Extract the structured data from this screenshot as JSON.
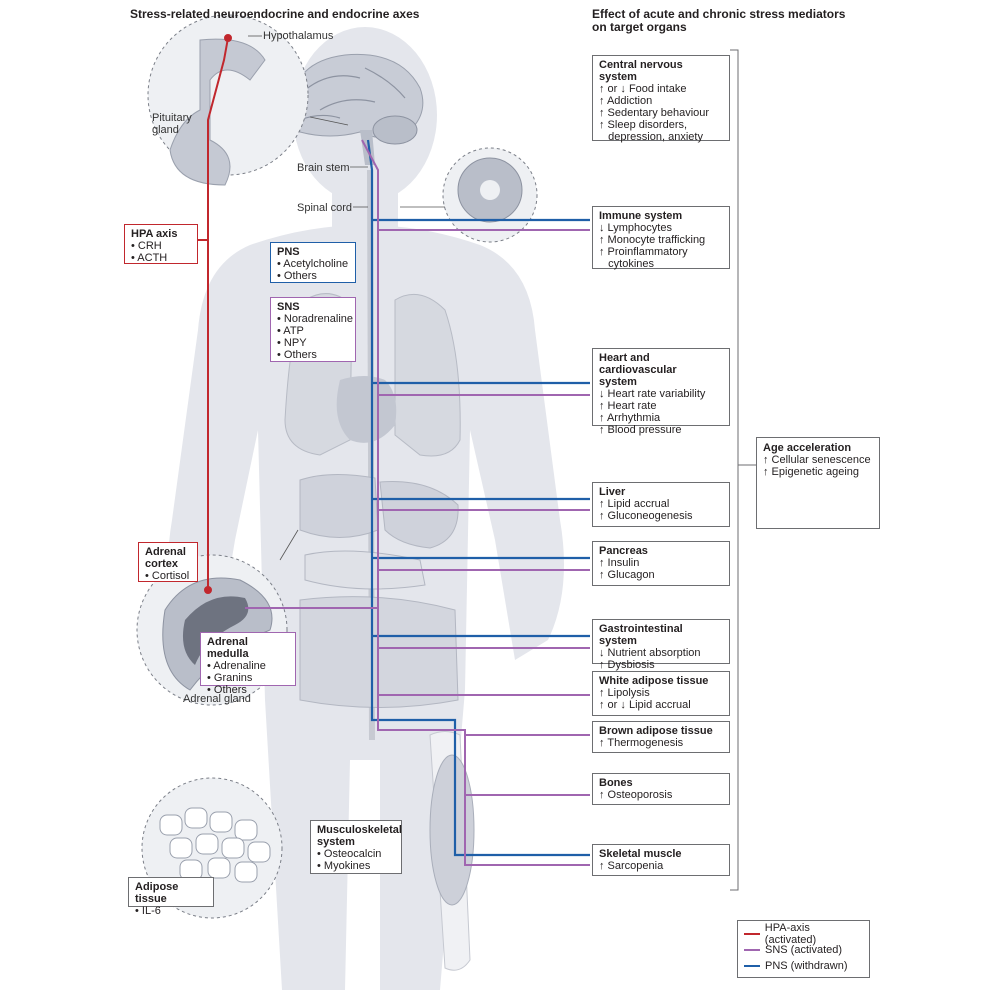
{
  "headers": {
    "left": "Stress-related neuroendocrine and endocrine axes",
    "right_line1": "Effect of acute and chronic stress mediators",
    "right_line2": "on target organs"
  },
  "anatomy": {
    "hypothalamus": "Hypothalamus",
    "pituitary_1": "Pituitary",
    "pituitary_2": "gland",
    "brain_stem": "Brain stem",
    "spinal_cord": "Spinal cord",
    "adrenal_gland": "Adrenal gland"
  },
  "left_boxes": {
    "hpa": {
      "title": "HPA axis",
      "items": [
        "• CRH",
        "• ACTH"
      ]
    },
    "pns": {
      "title": "PNS",
      "items": [
        "• Acetylcholine",
        "• Others"
      ]
    },
    "sns": {
      "title": "SNS",
      "items": [
        "• Noradrenaline",
        "• ATP",
        "• NPY",
        "• Others"
      ]
    },
    "adrenal_cortex": {
      "title1": "Adrenal",
      "title2": "cortex",
      "items": [
        "• Cortisol"
      ]
    },
    "adrenal_medulla": {
      "title": "Adrenal medulla",
      "items": [
        "• Adrenaline",
        "• Granins",
        "• Others"
      ]
    },
    "musculoskeletal": {
      "title1": "Musculoskeletal",
      "title2": "system",
      "items": [
        "• Osteocalcin",
        "• Myokines"
      ]
    },
    "adipose": {
      "title": "Adipose tissue",
      "items": [
        "• IL-6"
      ]
    }
  },
  "organs": {
    "cns": {
      "title": "Central nervous system",
      "items": [
        "↑ or ↓ Food intake",
        "↑ Addiction",
        "↑ Sedentary behaviour",
        "↑ Sleep disorders,",
        "   depression, anxiety"
      ]
    },
    "immune": {
      "title": "Immune system",
      "items": [
        "↓ Lymphocytes",
        "↑ Monocyte trafficking",
        "↑ Proinflammatory",
        "   cytokines"
      ]
    },
    "heart": {
      "title1": "Heart and cardiovascular",
      "title2": "system",
      "items": [
        "↓ Heart rate variability",
        "↑ Heart rate",
        "↑ Arrhythmia",
        "↑ Blood pressure"
      ]
    },
    "liver": {
      "title": "Liver",
      "items": [
        "↑ Lipid accrual",
        "↑ Gluconeogenesis"
      ]
    },
    "pancreas": {
      "title": "Pancreas",
      "items": [
        "↑ Insulin",
        "↑ Glucagon"
      ]
    },
    "gi": {
      "title": "Gastrointestinal system",
      "items": [
        "↓ Nutrient absorption",
        "↑ Dysbiosis"
      ]
    },
    "wat": {
      "title": "White adipose tissue",
      "items": [
        "↑ Lipolysis",
        "↑ or ↓ Lipid accrual"
      ]
    },
    "bat": {
      "title": "Brown adipose tissue",
      "items": [
        "↑ Thermogenesis"
      ]
    },
    "bones": {
      "title": "Bones",
      "items": [
        "↑ Osteoporosis"
      ]
    },
    "muscle": {
      "title": "Skeletal muscle",
      "items": [
        "↑ Sarcopenia"
      ]
    },
    "age": {
      "title": "Age acceleration",
      "items": [
        "↑ Cellular senescence",
        "↑ Epigenetic ageing"
      ]
    }
  },
  "legend": {
    "items": [
      {
        "label": "HPA-axis (activated)",
        "color": "#c1272d"
      },
      {
        "label": "SNS (activated)",
        "color": "#a066b0"
      },
      {
        "label": "PNS (withdrawn)",
        "color": "#1f5fa8"
      }
    ]
  },
  "colors": {
    "hpa": "#c1272d",
    "sns": "#a066b0",
    "pns": "#1f5fa8",
    "body": "#e4e6ec",
    "organ": "#d2d5de"
  }
}
